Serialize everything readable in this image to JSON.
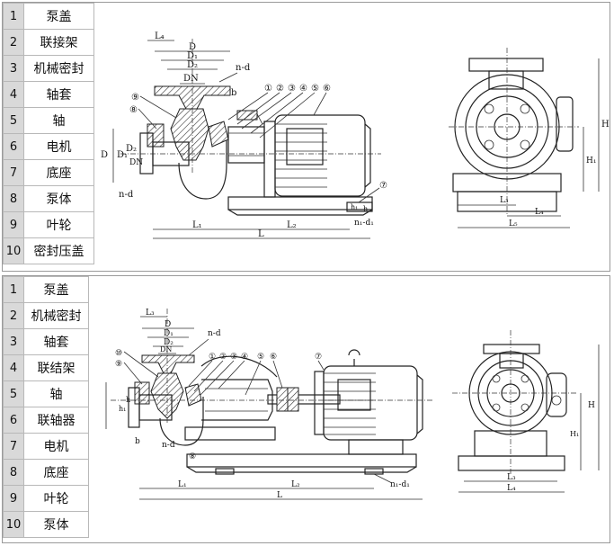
{
  "top_panel": {
    "parts": [
      {
        "num": "1",
        "name": "泵盖"
      },
      {
        "num": "2",
        "name": "联接架"
      },
      {
        "num": "3",
        "name": "机械密封"
      },
      {
        "num": "4",
        "name": "轴套"
      },
      {
        "num": "5",
        "name": "轴"
      },
      {
        "num": "6",
        "name": "电机"
      },
      {
        "num": "7",
        "name": "底座"
      },
      {
        "num": "8",
        "name": "泵体"
      },
      {
        "num": "9",
        "name": "叶轮"
      },
      {
        "num": "10",
        "name": "密封压盖"
      }
    ],
    "labels": {
      "L4": "L₄",
      "D": "D",
      "D1": "D₁",
      "D2": "D₂",
      "DN": "DN",
      "nd": "n-d",
      "b": "b",
      "c1": "①",
      "c2": "②",
      "c3": "③",
      "c4": "④",
      "c5": "⑤",
      "c6": "⑥",
      "c7": "⑦",
      "c8": "⑧",
      "c9": "⑨",
      "h1": "h₁",
      "h": "h",
      "nd2": "n-d",
      "L1": "L₁",
      "L2": "L₂",
      "L": "L",
      "n1d1": "n₁-d₁",
      "side_L3": "L₃",
      "side_L4": "L₄",
      "side_L5": "L₅",
      "side_H": "H",
      "side_H1": "H₁",
      "side_D": "D",
      "side_D1": "D₁",
      "side_D2": "D₂",
      "side_DN": "DN"
    }
  },
  "bottom_panel": {
    "parts": [
      {
        "num": "1",
        "name": "泵盖"
      },
      {
        "num": "2",
        "name": "机械密封"
      },
      {
        "num": "3",
        "name": "轴套"
      },
      {
        "num": "4",
        "name": "联结架"
      },
      {
        "num": "5",
        "name": "轴"
      },
      {
        "num": "6",
        "name": "联轴器"
      },
      {
        "num": "7",
        "name": "电机"
      },
      {
        "num": "8",
        "name": "底座"
      },
      {
        "num": "9",
        "name": "叶轮"
      },
      {
        "num": "10",
        "name": "泵体"
      }
    ],
    "labels": {
      "L3": "L₃",
      "D": "D",
      "D1": "D₁",
      "D2": "D₂",
      "DN": "DN",
      "nd": "n-d",
      "c1": "①",
      "c2": "②",
      "c3": "③",
      "c4": "④",
      "c5": "⑤",
      "c6": "⑥",
      "c7": "⑦",
      "c8": "⑧",
      "c9": "⑨",
      "c10": "⑩",
      "h1": "h₁",
      "h": "h",
      "b": "b",
      "nd2": "n-d",
      "L1": "L₁",
      "L2": "L₂",
      "L": "L",
      "n1d1": "n₁-d₁",
      "side_L3": "L₃",
      "side_L4": "L₄",
      "side_H": "H",
      "side_H1": "H₁"
    }
  }
}
